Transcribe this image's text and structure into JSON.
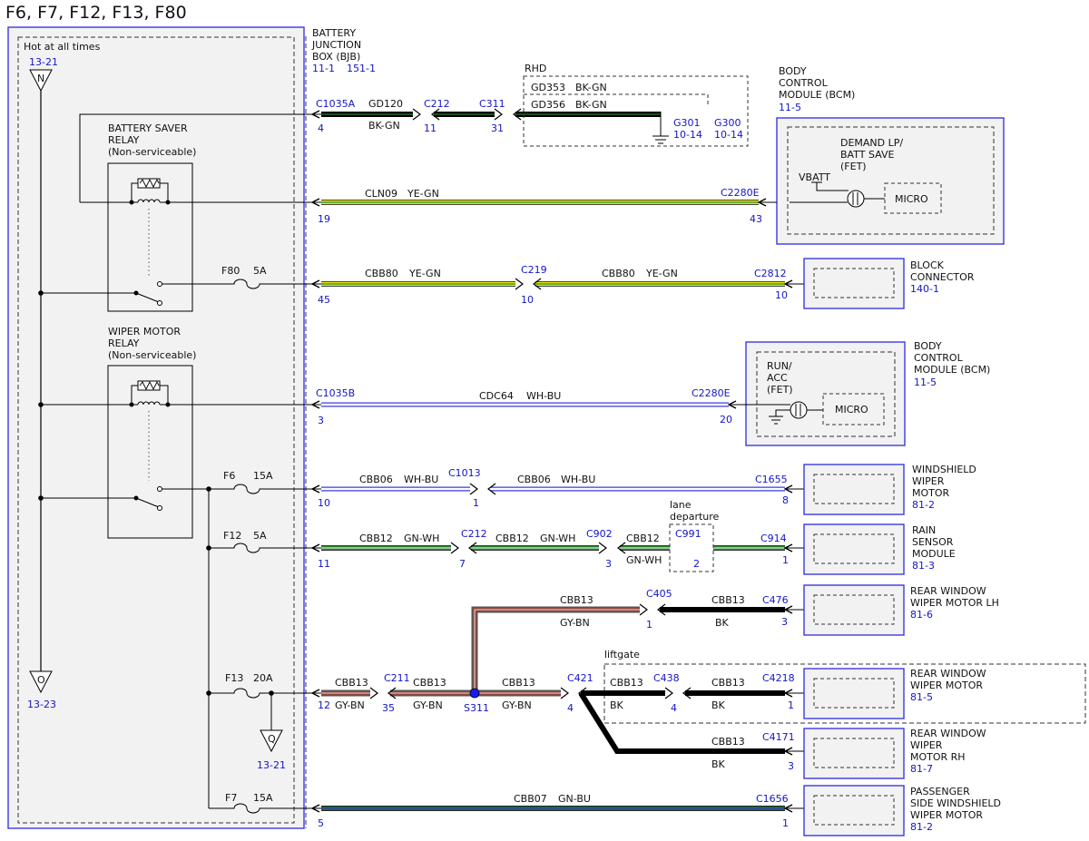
{
  "title": "F6, F7, F12, F13, F80",
  "hot_label": "Hot at all times",
  "bjb": {
    "lines": [
      "BATTERY",
      "JUNCTION",
      "BOX (BJB)"
    ],
    "ref1": "11-1",
    "ref2": "151-1"
  },
  "refs": {
    "top_n": "13-21",
    "bottom_o": "13-23",
    "f13_q": "13-21"
  },
  "splice_letters": {
    "n": "N",
    "o": "O",
    "q": "Q"
  },
  "relays": {
    "battery_saver": {
      "lines": [
        "BATTERY SAVER",
        "RELAY",
        "(Non-serviceable)"
      ]
    },
    "wiper_motor": {
      "lines": [
        "WIPER MOTOR",
        "RELAY",
        "(Non-serviceable)"
      ]
    }
  },
  "fuses": {
    "f80": {
      "name": "F80",
      "amp": "5A"
    },
    "f6": {
      "name": "F6",
      "amp": "15A"
    },
    "f12": {
      "name": "F12",
      "amp": "5A"
    },
    "f13": {
      "name": "F13",
      "amp": "20A"
    },
    "f7": {
      "name": "F7",
      "amp": "15A"
    }
  },
  "rhd": {
    "label": "RHD",
    "wire1_circuit": "GD353",
    "wire1_color": "BK-GN",
    "wire2_circuit": "GD356",
    "wire2_color": "BK-GN",
    "g301": "G301",
    "g301_ref": "10-14",
    "g300": "G300",
    "g300_ref": "10-14"
  },
  "row1": {
    "conn1": "C1035A",
    "pin1": "4",
    "circuit": "GD120",
    "color": "BK-GN",
    "conn2": "C212",
    "pin2": "11",
    "conn3": "C311",
    "pin3": "31"
  },
  "row2": {
    "circuit": "CLN09",
    "color": "YE-GN",
    "pin_left": "19",
    "conn_right": "C2280E",
    "pin_right": "43"
  },
  "bcm1": {
    "lines": [
      "BODY",
      "CONTROL",
      "MODULE (BCM)"
    ],
    "ref": "11-5",
    "inner_lines": [
      "DEMAND LP/",
      "BATT SAVE",
      "(FET)"
    ],
    "vbatt": "VBATT",
    "micro": "MICRO"
  },
  "row3": {
    "circuit1": "CBB80",
    "color1": "YE-GN",
    "pin_left": "45",
    "conn_mid": "C219",
    "pin_mid": "10",
    "circuit2": "CBB80",
    "color2": "YE-GN",
    "conn_right": "C2812",
    "pin_right": "10"
  },
  "block_conn": {
    "lines": [
      "BLOCK",
      "CONNECTOR"
    ],
    "ref": "140-1"
  },
  "row4": {
    "conn_left": "C1035B",
    "pin_left": "3",
    "circuit": "CDC64",
    "color": "WH-BU",
    "conn_right": "C2280E",
    "pin_right": "20"
  },
  "bcm2": {
    "lines": [
      "BODY",
      "CONTROL",
      "MODULE (BCM)"
    ],
    "ref": "11-5",
    "inner_lines": [
      "RUN/",
      "ACC",
      "(FET)"
    ],
    "micro": "MICRO"
  },
  "row5": {
    "circuit1": "CBB06",
    "color1": "WH-BU",
    "pin_left": "10",
    "conn_mid": "C1013",
    "pin_mid": "1",
    "circuit2": "CBB06",
    "color2": "WH-BU",
    "conn_right": "C1655",
    "pin_right": "8"
  },
  "windshield_wiper": {
    "lines": [
      "WINDSHIELD",
      "WIPER",
      "MOTOR"
    ],
    "ref": "81-2"
  },
  "row6": {
    "circuit1": "CBB12",
    "color1": "GN-WH",
    "pin_left": "11",
    "conn2": "C212",
    "pin2": "7",
    "circuit2": "CBB12",
    "color2": "GN-WH",
    "conn3": "C902",
    "pin3": "3",
    "circuit3": "CBB12",
    "color3": "GN-WH",
    "lane_lines": [
      "lane",
      "departure"
    ],
    "conn4": "C991",
    "pin4": "2",
    "conn5": "C914",
    "pin5": "1"
  },
  "rain_sensor": {
    "lines": [
      "RAIN",
      "SENSOR",
      "MODULE"
    ],
    "ref": "81-3"
  },
  "row7": {
    "circuit1": "CBB13",
    "color1": "GY-BN",
    "conn_mid": "C405",
    "pin_mid": "1",
    "circuit2": "CBB13",
    "color2": "BK",
    "conn_right": "C476",
    "pin_right": "3"
  },
  "rear_lh": {
    "lines": [
      "REAR WINDOW",
      "WIPER MOTOR LH"
    ],
    "ref": "81-6"
  },
  "row8": {
    "pin_left": "12",
    "circuit1": "CBB13",
    "color1": "GY-BN",
    "conn2": "C211",
    "pin2": "35",
    "circuit2": "CBB13",
    "color2": "GY-BN",
    "splice": "S311",
    "circuit3": "CBB13",
    "color3": "GY-BN",
    "conn4": "C421",
    "pin4": "4",
    "liftgate": "liftgate",
    "circuit4": "CBB13",
    "color4": "BK",
    "conn5": "C438",
    "pin5": "4",
    "circuit5": "CBB13",
    "color5": "BK",
    "conn6": "C4218",
    "pin6": "1"
  },
  "rear_mid": {
    "lines": [
      "REAR WINDOW",
      "WIPER MOTOR"
    ],
    "ref": "81-5"
  },
  "row9": {
    "circuit": "CBB13",
    "color": "BK",
    "conn": "C4171",
    "pin": "3"
  },
  "rear_rh": {
    "lines": [
      "REAR WINDOW",
      "WIPER",
      "MOTOR RH"
    ],
    "ref": "81-7"
  },
  "row10": {
    "pin_left": "5",
    "circuit": "CBB07",
    "color": "GN-BU",
    "conn_right": "C1656",
    "pin_right": "1"
  },
  "pass_wiper": {
    "lines": [
      "PASSENGER",
      "SIDE WINDSHIELD",
      "WIPER MOTOR"
    ],
    "ref": "81-2"
  },
  "colors": {
    "bk_gn": "#1d4d1d",
    "yellow": "#e8e800",
    "green": "#2b8a2b",
    "white": "#ffffff",
    "blue": "#3a3ae0",
    "gray": "#9a9a9a",
    "brown": "#a0453a",
    "black": "#000000",
    "dkgreen": "#1a6b3a",
    "ref_blue": "#1414c8",
    "box_fill": "#f2f2f2"
  }
}
